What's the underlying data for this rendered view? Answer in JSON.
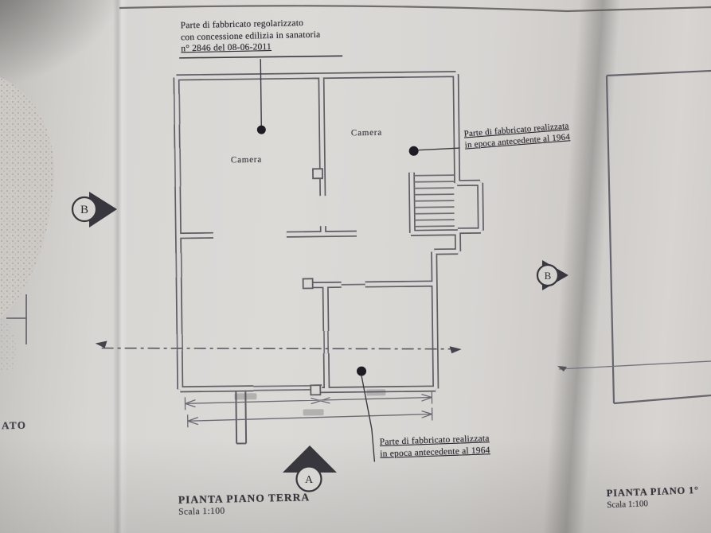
{
  "document": {
    "ground_floor": {
      "title": "PIANTA PIANO TERRA",
      "scale": "Scala 1:100",
      "room1_label": "Camera",
      "room2_label": "Camera",
      "annotation_top_line1": "Parte di fabbricato regolarizzato",
      "annotation_top_line2": "con concessione edilizia in sanatoria",
      "annotation_top_line3": "n° 2846 del 08-06-2011",
      "annotation_right_line1": "Parte di fabbricato realizzata",
      "annotation_right_line2": "in epoca antecedente al 1964",
      "annotation_bottom_line1": "Parte di fabbricato realizzata",
      "annotation_bottom_line2": "in epoca antecedente al 1964",
      "section_marker_left": "B",
      "section_marker_right": "B",
      "section_marker_bottom": "A"
    },
    "first_floor": {
      "title": "PIANTA PIANO 1°",
      "scale": "Scala 1:100"
    },
    "left_page_fragment_text": "ATO",
    "colors": {
      "ink": "#5e5d66",
      "paper": "#dad8d5"
    }
  }
}
